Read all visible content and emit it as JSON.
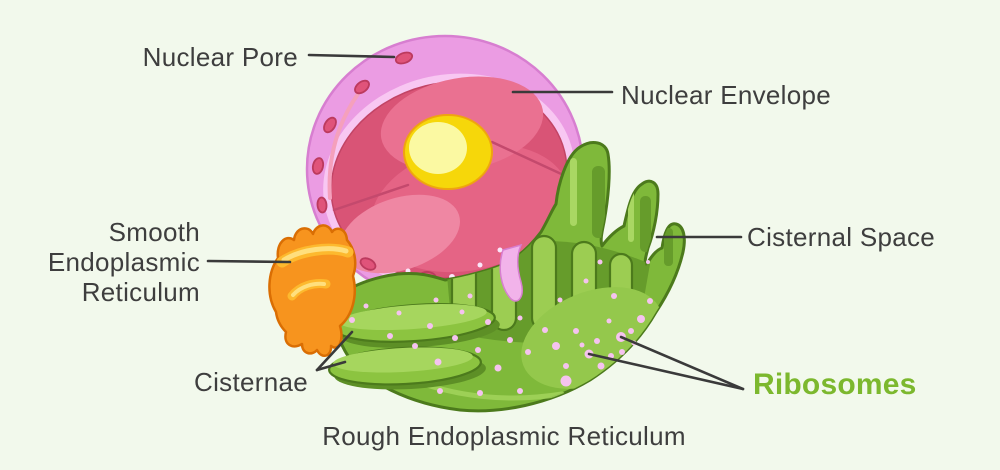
{
  "diagram": {
    "subject": "Endoplasmic Reticulum",
    "labels": {
      "nuclear_pore": "Nuclear Pore",
      "nuclear_envelope": "Nuclear Envelope",
      "smooth_er": "Smooth Endoplasmic Reticulum",
      "cisternal_space": "Cisternal Space",
      "cisternae": "Cisternae",
      "ribosomes": "Ribosomes",
      "rough_er": "Rough Endoplasmic Reticulum"
    },
    "palette": {
      "background": "#f2f9ec",
      "label_text": "#3e3e3e",
      "leader_line": "#3a3a3a",
      "ribosomes_label_green": "#7cb82e",
      "nuclear_envelope_pink": "#eb9ce3",
      "nuclear_envelope_rim": "#f8c7f2",
      "nucleoplasm_pink": "#d95476",
      "nucleolus_yellow": "#f6d70a",
      "rough_er_green": "#7fb93a",
      "rough_er_dark_green": "#669c2b",
      "rough_er_light_green": "#9ccd52",
      "smooth_er_orange": "#f7941e",
      "ribosome_dot_pink": "#f5c3ef"
    }
  }
}
